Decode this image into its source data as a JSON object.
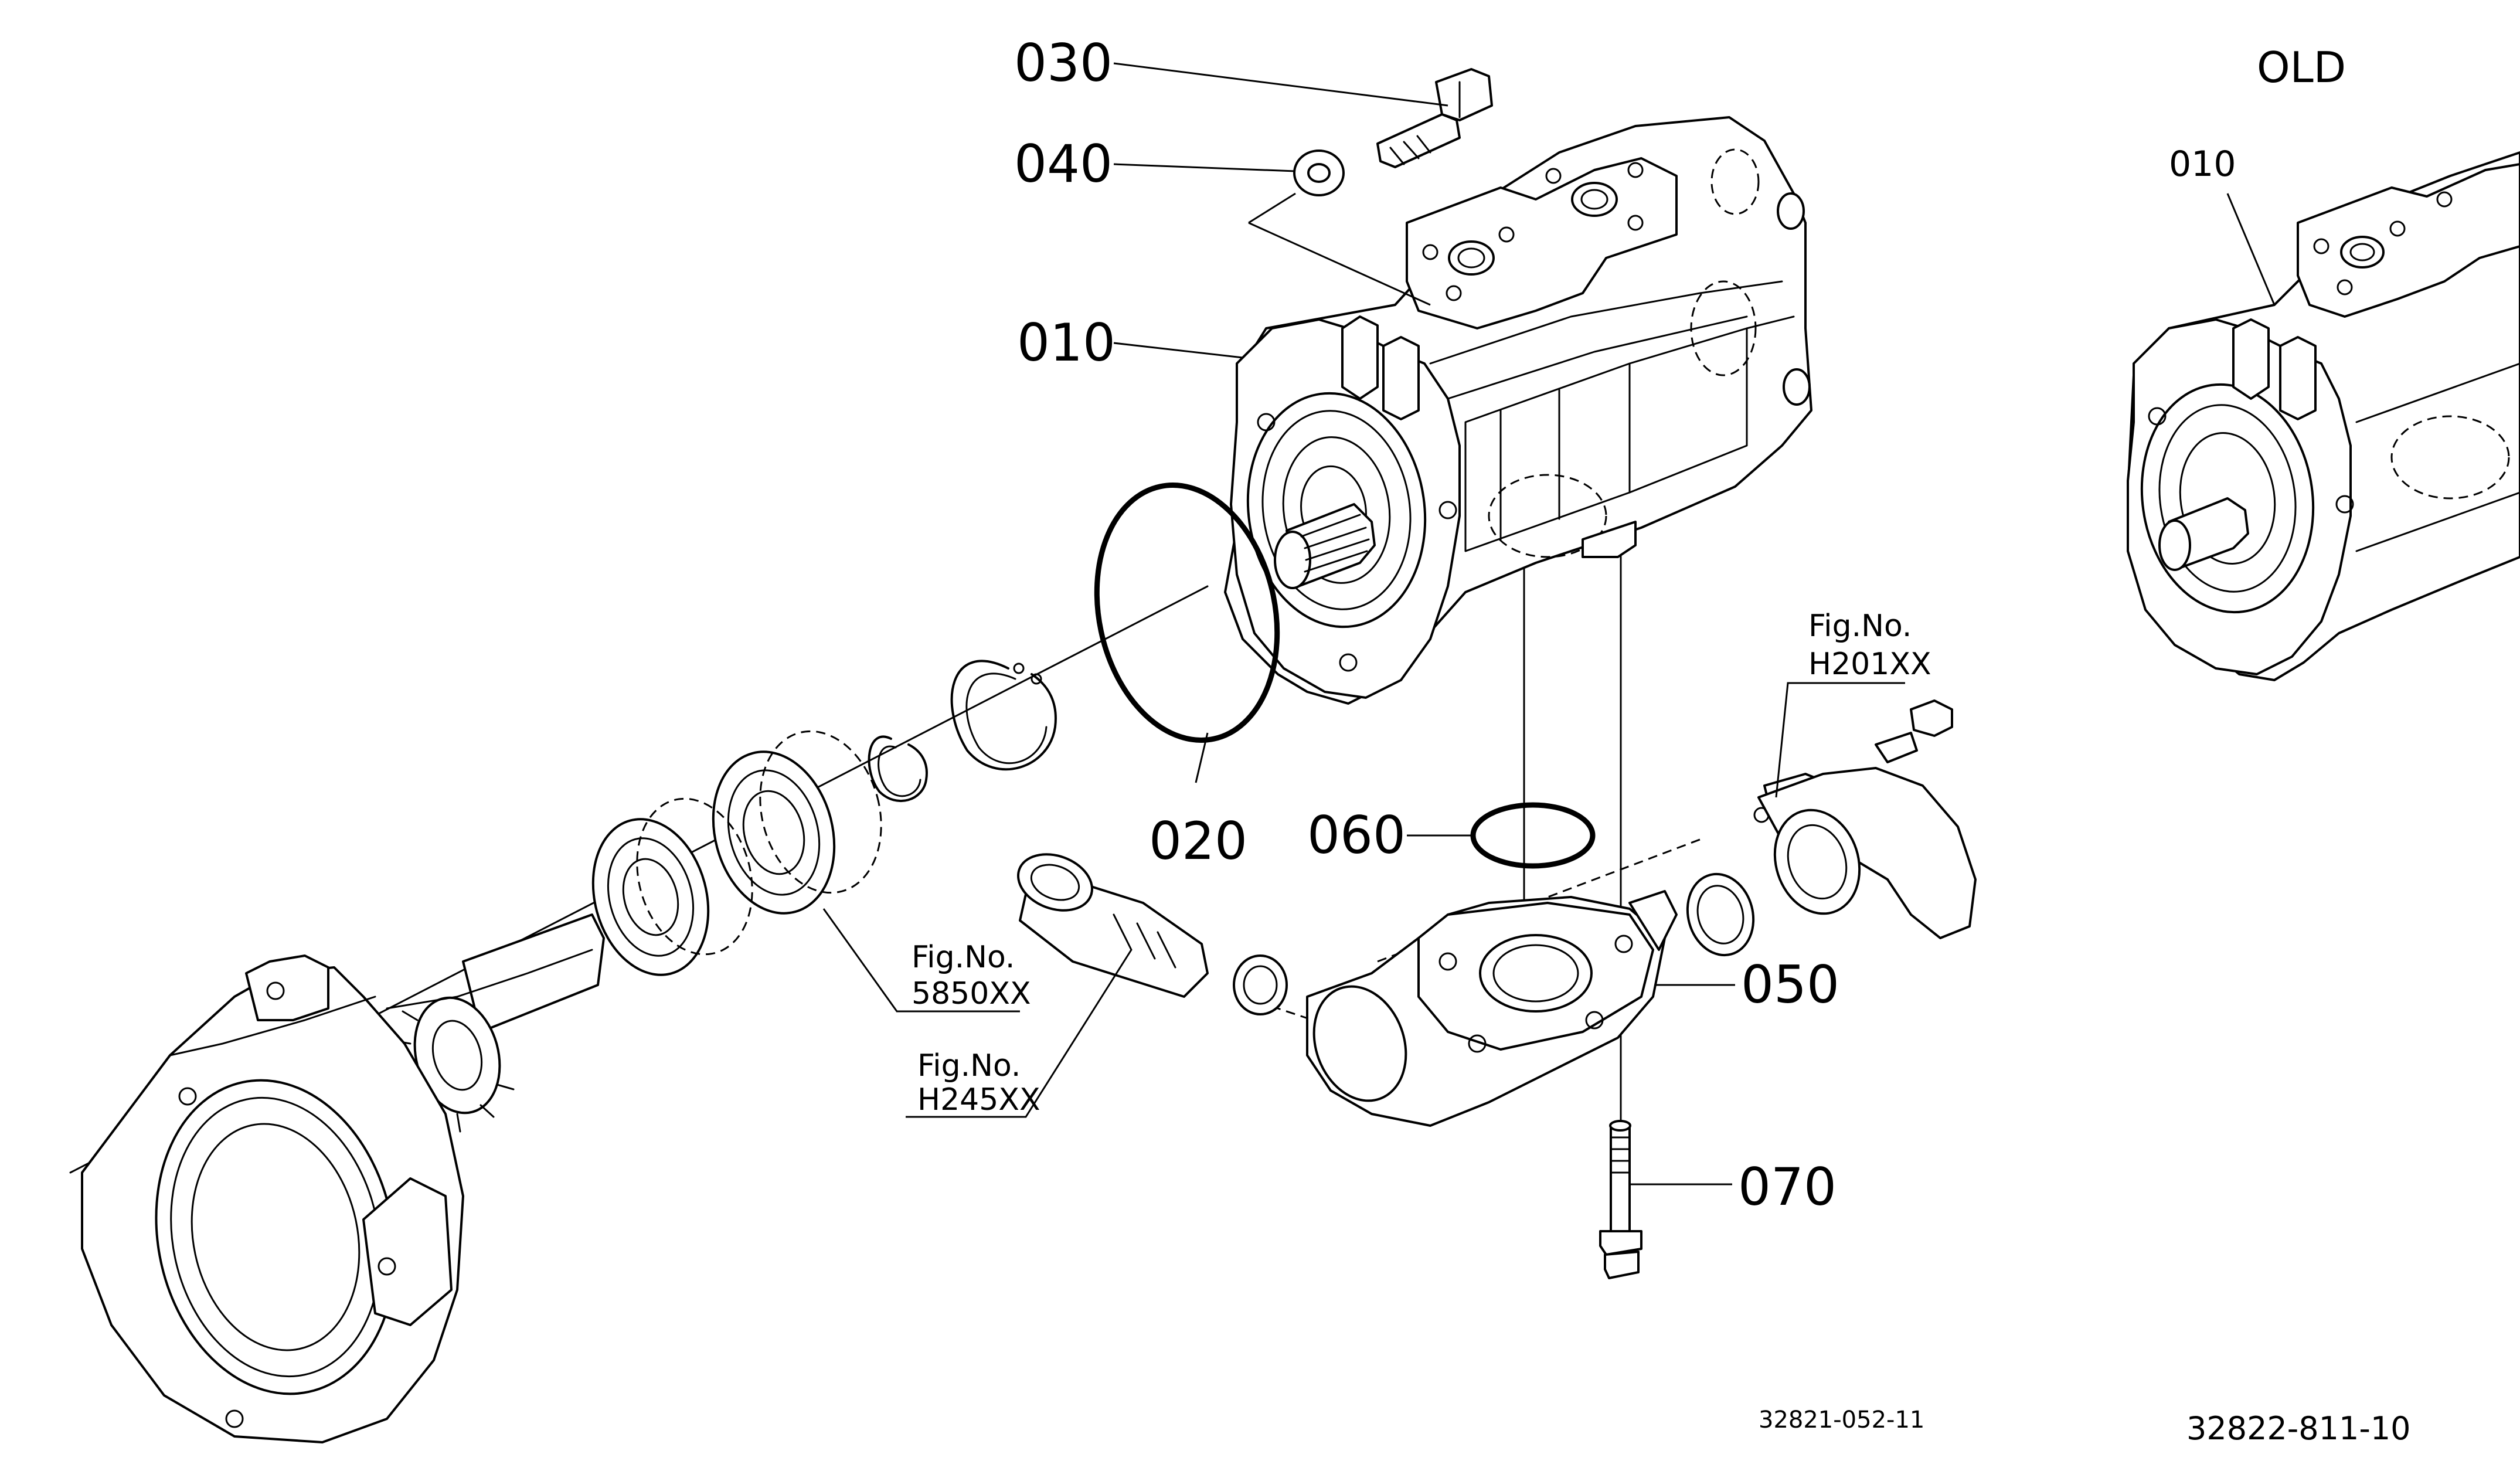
{
  "callouts": {
    "c030": "030",
    "c040": "040",
    "c010": "010",
    "c020": "020",
    "c060": "060",
    "c050": "050",
    "c070": "070",
    "c010_old": "010"
  },
  "fig_refs": {
    "h201": {
      "line1": "Fig.No.",
      "line2": "H201XX"
    },
    "r5850": {
      "line1": "Fig.No.",
      "line2": "5850XX"
    },
    "h245": {
      "line1": "Fig.No.",
      "line2": "H245XX"
    }
  },
  "old_label": "OLD",
  "drawing_codes": {
    "left": "32821-052-11",
    "right": "32822-811-10"
  },
  "icons": {
    "pump": "hydraulic-gear-pump",
    "o_ring": "o-ring-seal",
    "bolt": "hex-bolt",
    "washer": "flat-washer",
    "flange": "elbow-flange",
    "bearing": "ball-bearing",
    "snap_ring": "snap-ring",
    "gear": "spur-gear",
    "housing": "gear-housing",
    "fitting": "hose-fitting"
  }
}
